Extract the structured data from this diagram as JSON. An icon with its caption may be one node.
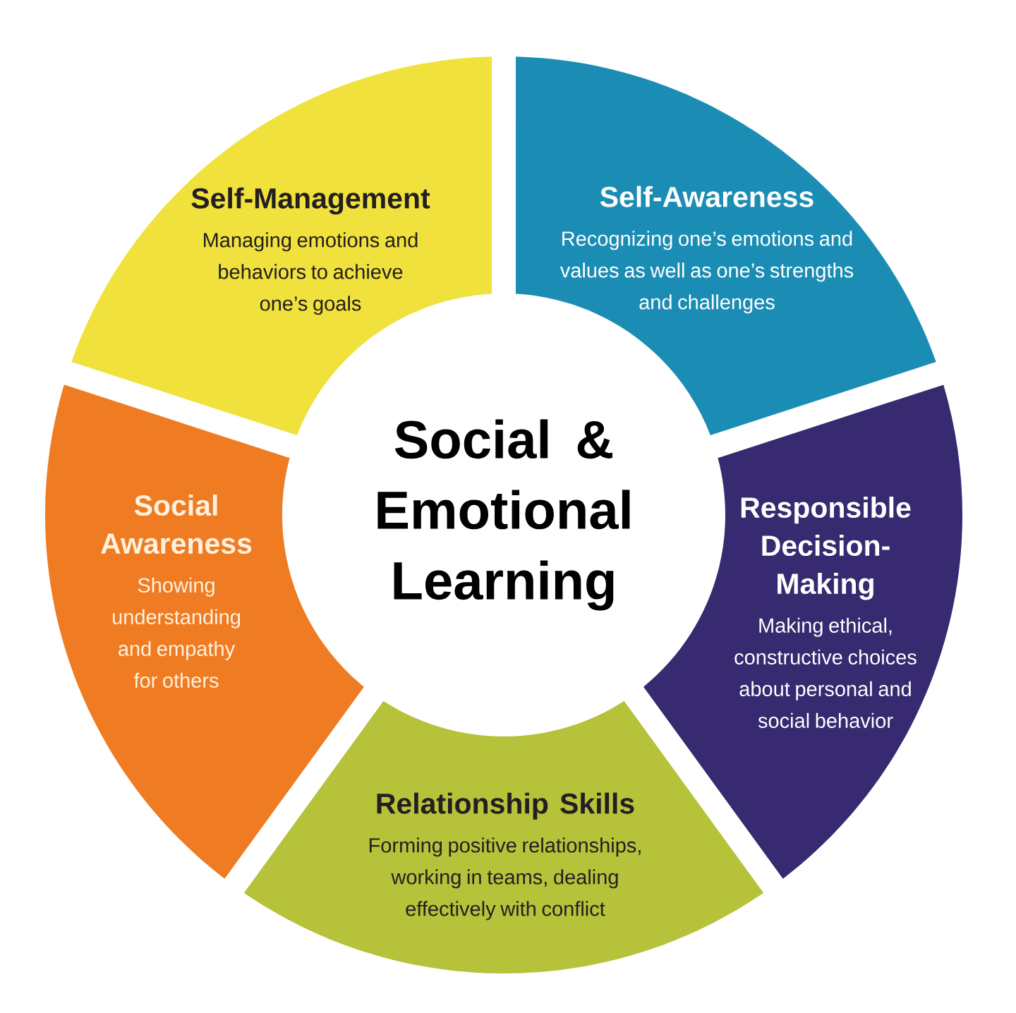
{
  "diagram": {
    "nodes": [
      {
        "text": [
          "Self-Management",
          "Managing emotions and behaviors to achieve one’s goals"
        ]
      },
      {
        "text": [
          "Self-Awareness",
          "Recognizing one’s emotions and values as well as one’s strengths and challenges"
        ]
      },
      {
        "text": [
          "Social & Emotional Learning"
        ]
      },
      {
        "text": [
          "Social Awareness",
          "Showing understanding and empathy for others"
        ]
      },
      {
        "text": [
          "Responsible Decision-Making",
          "Making ethical, constructive choices about personal and social behavior"
        ]
      },
      {
        "text": [
          "Relationship Skills",
          "Forming positive relationships, working in teams, dealing effectively with conflict"
        ]
      }
    ]
  }
}
